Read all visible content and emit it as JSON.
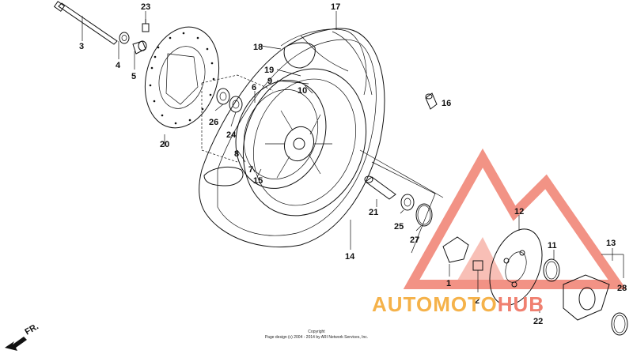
{
  "callouts": [
    {
      "id": "c1",
      "label": "1"
    },
    {
      "id": "c2",
      "label": "2"
    },
    {
      "id": "c3",
      "label": "3"
    },
    {
      "id": "c4",
      "label": "4"
    },
    {
      "id": "c5",
      "label": "5"
    },
    {
      "id": "c6",
      "label": "6"
    },
    {
      "id": "c7",
      "label": "7"
    },
    {
      "id": "c8",
      "label": "8"
    },
    {
      "id": "c9",
      "label": "9"
    },
    {
      "id": "c10",
      "label": "10"
    },
    {
      "id": "c11",
      "label": "11"
    },
    {
      "id": "c12",
      "label": "12"
    },
    {
      "id": "c13",
      "label": "13"
    },
    {
      "id": "c14",
      "label": "14"
    },
    {
      "id": "c15",
      "label": "15"
    },
    {
      "id": "c16",
      "label": "16"
    },
    {
      "id": "c17",
      "label": "17"
    },
    {
      "id": "c18",
      "label": "18"
    },
    {
      "id": "c19",
      "label": "19"
    },
    {
      "id": "c20",
      "label": "20"
    },
    {
      "id": "c21",
      "label": "21"
    },
    {
      "id": "c22",
      "label": "22"
    },
    {
      "id": "c23",
      "label": "23"
    },
    {
      "id": "c24",
      "label": "24"
    },
    {
      "id": "c25",
      "label": "25"
    },
    {
      "id": "c26",
      "label": "26"
    },
    {
      "id": "c27",
      "label": "27"
    },
    {
      "id": "c28",
      "label": "28"
    }
  ],
  "direction_label": "FR.",
  "copyright": {
    "line1": "Copyright",
    "line2": "Page design (c) 2004 - 2014 by ARI Network Services, Inc."
  },
  "watermark": {
    "text_part1": "AUTOMOTO",
    "text_part2": "HUB",
    "color_primary": "#f08070",
    "color_secondary": "#f5b24a"
  }
}
